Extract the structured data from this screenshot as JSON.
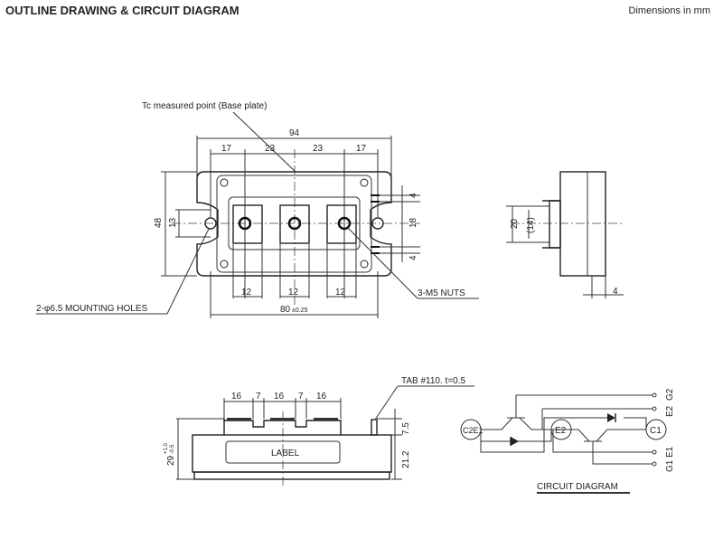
{
  "header": {
    "title": "OUTLINE DRAWING & CIRCUIT DIAGRAM",
    "units": "Dimensions in mm"
  },
  "top_view": {
    "tc_label": "Tc measured point  (Base plate)",
    "dim_total": "94",
    "dim_17a": "17",
    "dim_23a": "23",
    "dim_23b": "23",
    "dim_17b": "17",
    "dim_48": "48",
    "dim_13": "13",
    "dim_4a": "4",
    "dim_18": "18",
    "dim_4b": "4",
    "dim_12a": "12",
    "dim_12b": "12",
    "dim_12c": "12",
    "dim_80": "80",
    "dim_80_tol": "±0.25",
    "mounting_holes": "2-φ6.5 MOUNTING HOLES",
    "nuts": "3-M5 NUTS"
  },
  "side_view": {
    "dim_20": "20",
    "dim_14": "(14)",
    "dim_4": "4"
  },
  "front_view": {
    "tab": "TAB #110. t=0.5",
    "dims": [
      "16",
      "7",
      "16",
      "7",
      "16"
    ],
    "dim_29": "29",
    "dim_29_tol_plus": "+1.0",
    "dim_29_tol_minus": "-0.5",
    "dim_75": "7.5",
    "dim_212": "21.2",
    "label": "LABEL"
  },
  "circuit": {
    "title": "CIRCUIT DIAGRAM",
    "c2e1": "C2E1",
    "e2": "E2",
    "c1": "C1",
    "g2": "G2",
    "e2_term": "E2",
    "e1": "E1",
    "g1": "G1"
  }
}
